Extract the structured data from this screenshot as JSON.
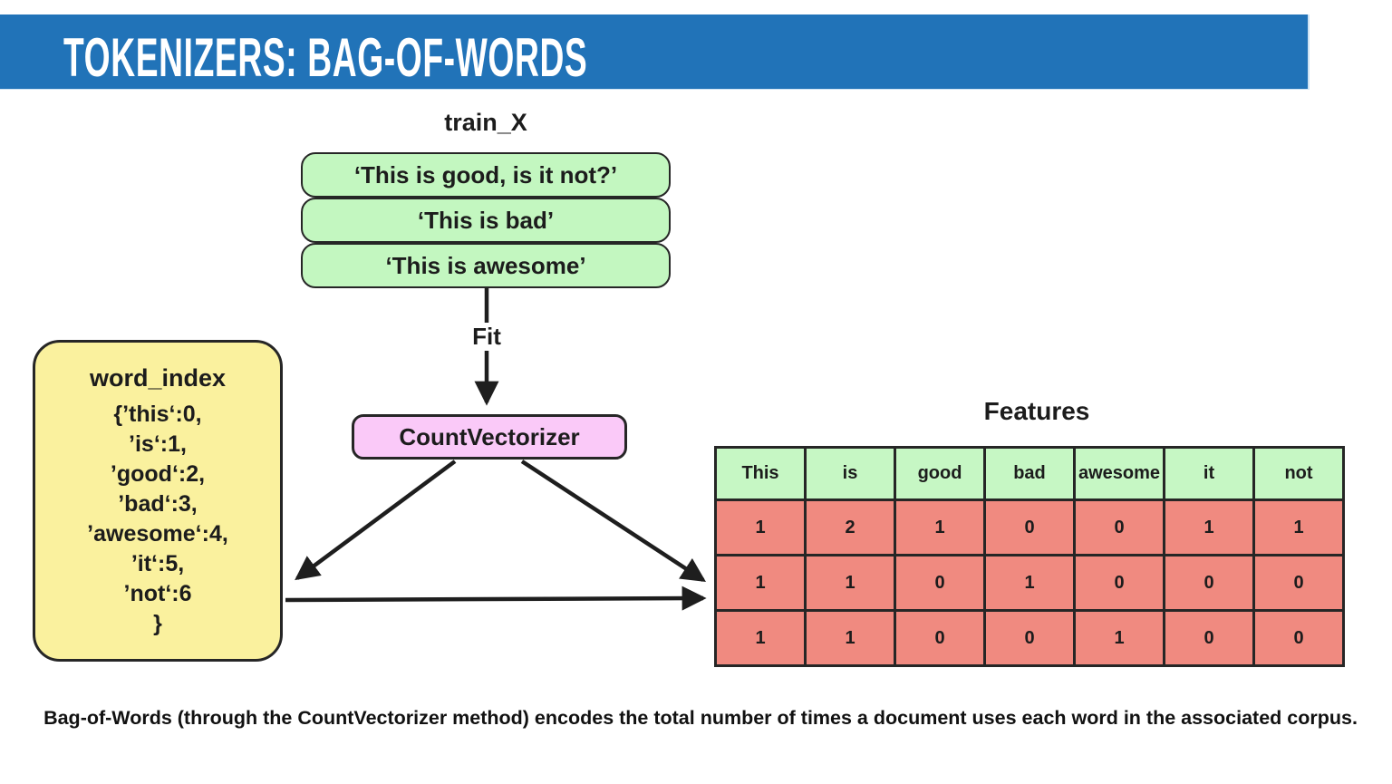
{
  "header": {
    "title": "TOKENIZERS: BAG-OF-WORDS"
  },
  "diagram": {
    "train_x_label": "train_X",
    "documents": [
      "‘This is good, is it not?’",
      "‘This is bad’",
      "‘This is awesome’"
    ],
    "fit_label": "Fit",
    "vectorizer_label": "CountVectorizer",
    "word_index": {
      "title": "word_index",
      "lines": [
        "{’this‘:0,",
        "’is‘:1,",
        "’good‘:2,",
        "’bad‘:3,",
        "’awesome‘:4,",
        "’it‘:5,",
        "’not‘:6",
        "}"
      ]
    }
  },
  "features_table": {
    "title": "Features",
    "columns": [
      "This",
      "is",
      "good",
      "bad",
      "awesome",
      "it",
      "not"
    ],
    "rows": [
      [
        1,
        2,
        1,
        0,
        0,
        1,
        1
      ],
      [
        1,
        1,
        0,
        1,
        0,
        0,
        0
      ],
      [
        1,
        1,
        0,
        0,
        1,
        0,
        0
      ]
    ]
  },
  "caption": "Bag-of-Words (through the  CountVectorizer method) encodes the total number of times a document uses each word in the associated corpus.",
  "colors": {
    "header_blue": "#2173b8",
    "doc_green": "#c3f7c0",
    "table_header_green": "#c6f7c4",
    "cell_red": "#f08a80",
    "dict_yellow": "#faf19e",
    "vectorizer_pink": "#fac9f8",
    "border_dark": "#262626"
  }
}
